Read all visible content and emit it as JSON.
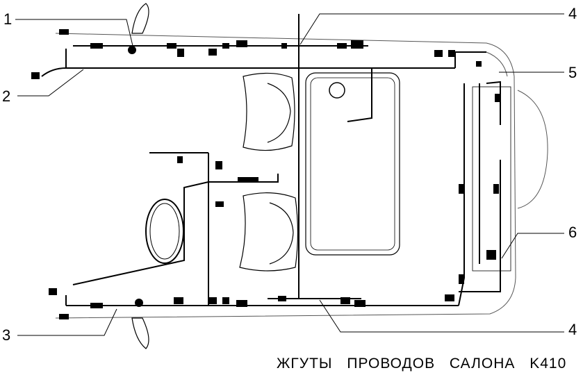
{
  "caption": "ЖГУТЫ ПРОВОДОВ САЛОНА K410",
  "callouts": [
    {
      "id": "1",
      "label": "1"
    },
    {
      "id": "2",
      "label": "2"
    },
    {
      "id": "3",
      "label": "3"
    },
    {
      "id": "4-top",
      "label": "4"
    },
    {
      "id": "5",
      "label": "5"
    },
    {
      "id": "6",
      "label": "6"
    },
    {
      "id": "4-bottom",
      "label": "4"
    }
  ],
  "colors": {
    "ink": "#000000",
    "outline": "#555555",
    "background": "#ffffff"
  }
}
